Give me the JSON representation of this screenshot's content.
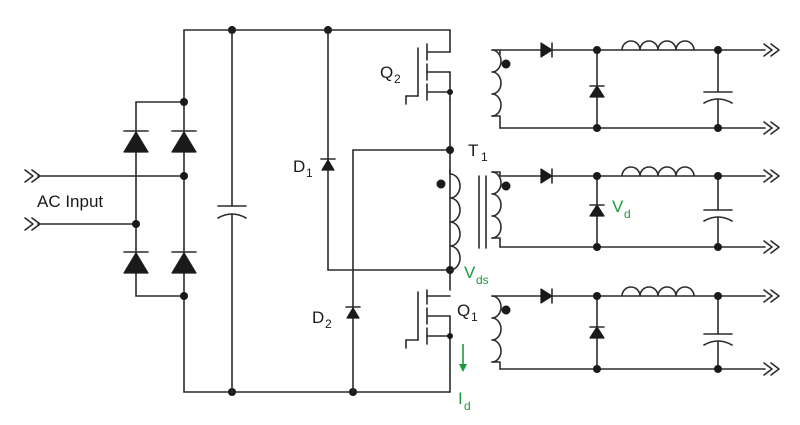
{
  "labels": {
    "ac_input": "AC Input",
    "d1": {
      "main": "D",
      "sub": "1"
    },
    "d2": {
      "main": "D",
      "sub": "2"
    },
    "q1": {
      "main": "Q",
      "sub": "1"
    },
    "q2": {
      "main": "Q",
      "sub": "2"
    },
    "t1": {
      "main": "T",
      "sub": "1"
    },
    "vds": {
      "main": "V",
      "sub": "ds"
    },
    "vd": {
      "main": "V",
      "sub": "d"
    },
    "id": {
      "main": "I",
      "sub": "d"
    }
  },
  "colors": {
    "wire": "#2b2b2b",
    "annotation": "#1a9a3c"
  }
}
